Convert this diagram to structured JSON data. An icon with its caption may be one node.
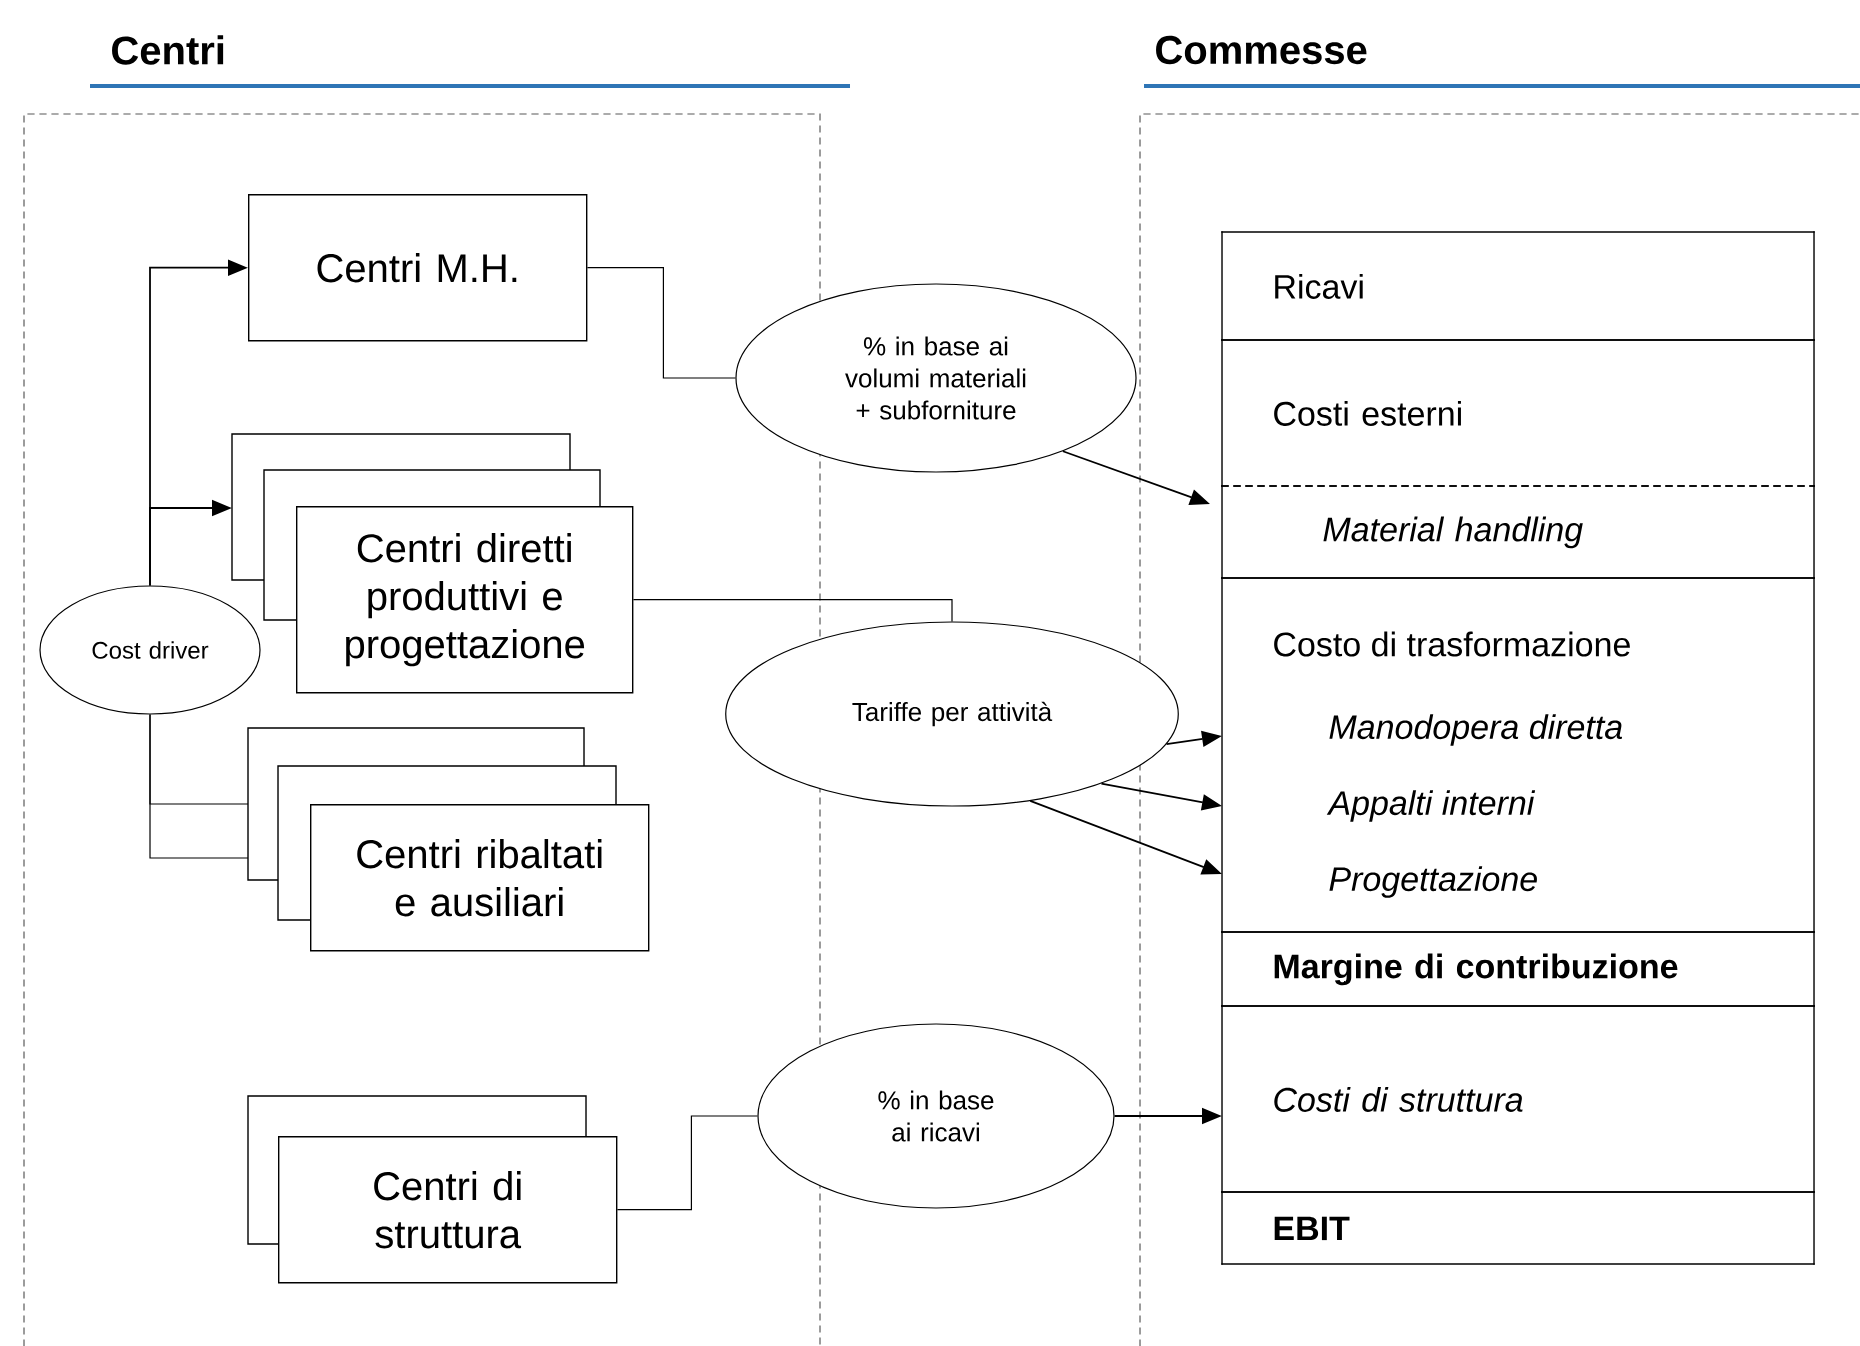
{
  "diagram": {
    "nodes": [
      {
        "text": [
          "Centri M.H."
        ]
      },
      {
        "text": [
          "Centri diretti produttivi e progettazione"
        ]
      },
      {
        "text": [
          "Centri ribaltati e ausiliari"
        ]
      },
      {
        "text": [
          "Centri di struttura"
        ]
      },
      {
        "text": [
          "Cost driver"
        ]
      },
      {
        "text": [
          "% in base ai volumi materiali + subforniture"
        ]
      },
      {
        "text": [
          "Tariffe per attività"
        ]
      },
      {
        "text": [
          "% in base ai ricavi"
        ]
      },
      {
        "text": [
          "Ricavi"
        ]
      },
      {
        "text": [
          "Costi esterni"
        ]
      },
      {
        "text": [
          "Material handling"
        ]
      },
      {
        "text": [
          "Costo di trasformazione",
          "Manodopera diretta",
          "Appalti interni",
          "Progettazione"
        ]
      },
      {
        "text": [
          "Margine di contribuzione"
        ]
      },
      {
        "text": [
          "Costi di struttura"
        ]
      },
      {
        "text": [
          "EBIT"
        ]
      }
    ],
    "edges": [
      {
        "from": 4,
        "to": 0,
        "arrow": "to"
      },
      {
        "from": 4,
        "to": 1,
        "arrow": "to"
      },
      {
        "from": 4,
        "to": 2,
        "arrow": "none"
      },
      {
        "from": 4,
        "to": 2,
        "arrow": "none"
      },
      {
        "from": 0,
        "to": 5,
        "arrow": "none"
      },
      {
        "from": 1,
        "to": 6,
        "arrow": "none"
      },
      {
        "from": 3,
        "to": 7,
        "arrow": "none"
      },
      {
        "from": 5,
        "to": 10,
        "arrow": "to"
      },
      {
        "from": 6,
        "to": 11,
        "arrow": "to"
      },
      {
        "from": 6,
        "to": 11,
        "arrow": "to"
      },
      {
        "from": 6,
        "to": 11,
        "arrow": "to"
      },
      {
        "from": 7,
        "to": 13,
        "arrow": "to"
      }
    ],
    "labels": [
      "Centri",
      "Commesse"
    ]
  }
}
